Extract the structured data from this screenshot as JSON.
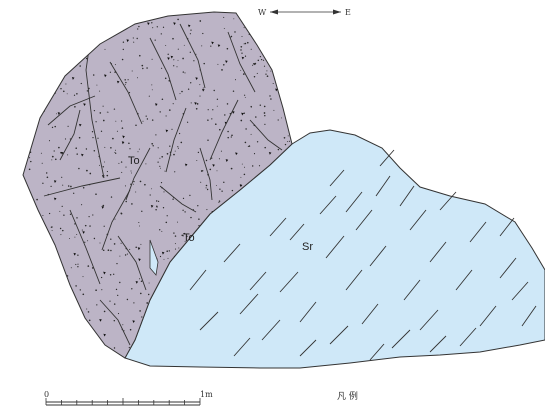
{
  "orientation": {
    "west": "W",
    "east": "E"
  },
  "units": [
    {
      "code": "To",
      "fill": "#bcb4c6"
    },
    {
      "code": "To",
      "fill": "#bcb4c6"
    },
    {
      "code": "Sr",
      "fill": "#cfe8f8"
    }
  ],
  "scale": {
    "start": "0",
    "end": "1m"
  },
  "legend": {
    "title": "凡 例"
  },
  "colors": {
    "line": "#333333",
    "stipple": "#2b2b2b"
  }
}
